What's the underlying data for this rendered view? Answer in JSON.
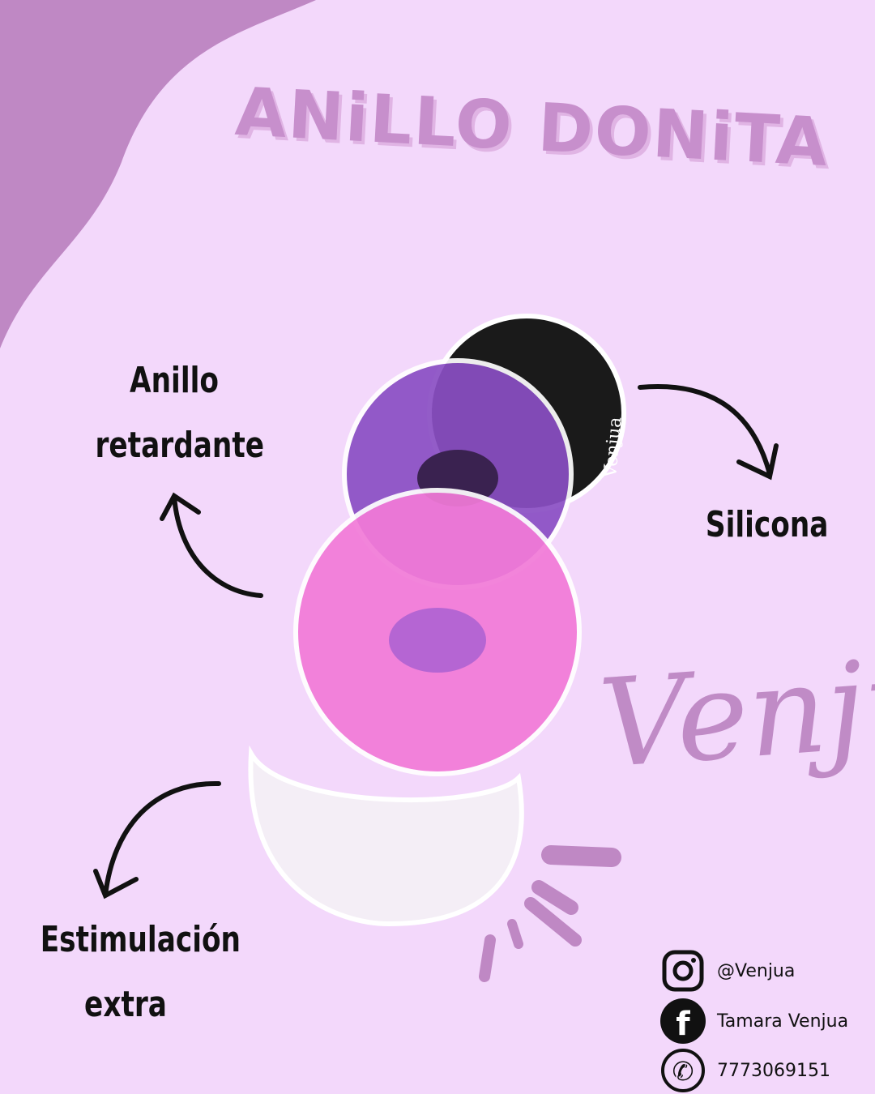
{
  "title": "ANiLLO DONiTA",
  "labels": {
    "ring": [
      "Anillo",
      "retardante"
    ],
    "material": "Silicona",
    "stimulation": [
      "Estimulación",
      "extra"
    ]
  },
  "brand_script": "Venjua",
  "product_stamp": "Venjua",
  "contacts": [
    {
      "icon": "instagram-icon",
      "text": "@Venjua"
    },
    {
      "icon": "facebook-icon",
      "text": "Tamara Venjua"
    },
    {
      "icon": "phone-icon",
      "text": "7773069151"
    }
  ],
  "colors": {
    "background": "#f3d8fb",
    "accent": "#bf88c4",
    "ring_black": "#1a1a1a",
    "ring_purple": "#8a4fc4",
    "ring_pink": "#f27ad8",
    "ring_clear": "#f4eef6"
  }
}
